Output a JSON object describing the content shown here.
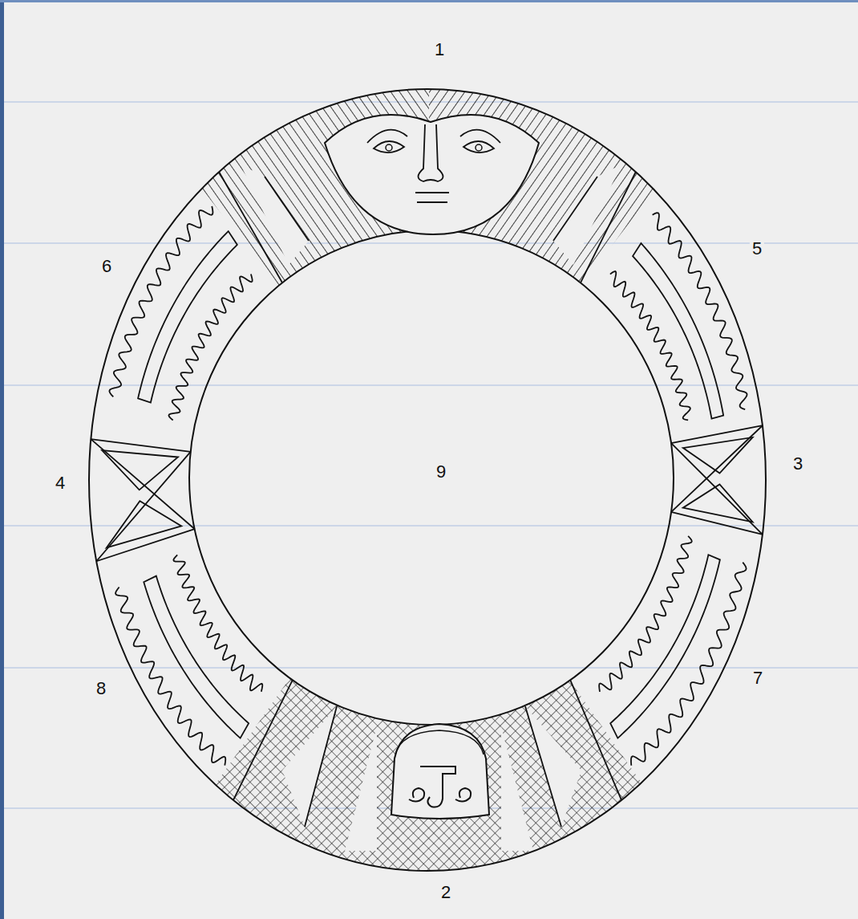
{
  "diagram": {
    "labels": [
      "1",
      "6",
      "5",
      "4",
      "9",
      "3",
      "8",
      "7",
      "2"
    ]
  }
}
